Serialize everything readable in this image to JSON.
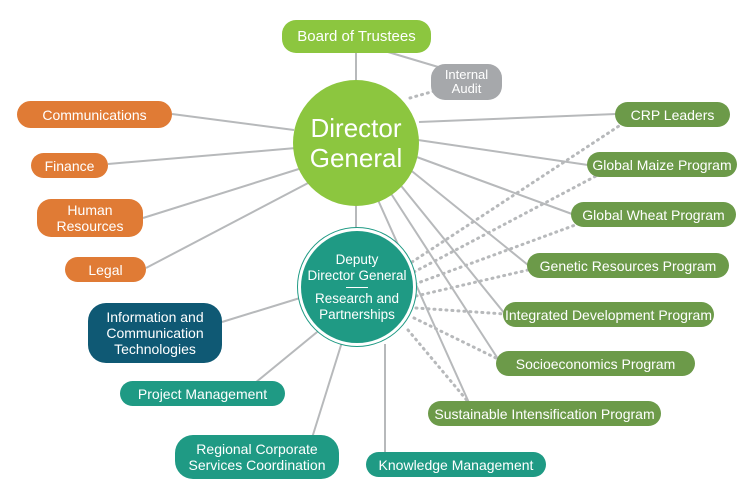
{
  "diagram": {
    "director_general": "Director\nGeneral",
    "deputy_title": "Deputy\nDirector General",
    "deputy_subtitle": "Research and\nPartnerships",
    "nodes": {
      "board": "Board of Trustees",
      "internal_audit": "Internal\nAudit",
      "communications": "Communications",
      "finance": "Finance",
      "human_resources": "Human\nResources",
      "legal": "Legal",
      "crp_leaders": "CRP Leaders",
      "global_maize": "Global Maize Program",
      "global_wheat": "Global Wheat Program",
      "genetic_resources": "Genetic Resources Program",
      "integrated_development": "Integrated Development Program",
      "socioeconomics": "Socioeconomics Program",
      "sustainable_intensification": "Sustainable Intensification Program",
      "ict": "Information and\nCommunication\nTechnologies",
      "project_management": "Project Management",
      "regional_corporate": "Regional Corporate\nServices Coordination",
      "knowledge_management": "Knowledge Management"
    },
    "colors": {
      "orange": "#e07b35",
      "program_green": "#6c9a49",
      "lime": "#8cc63f",
      "teal": "#1f9a84",
      "navy": "#0f5974",
      "gray": "#a6a8ab",
      "connector": "#b7b9bb"
    }
  }
}
